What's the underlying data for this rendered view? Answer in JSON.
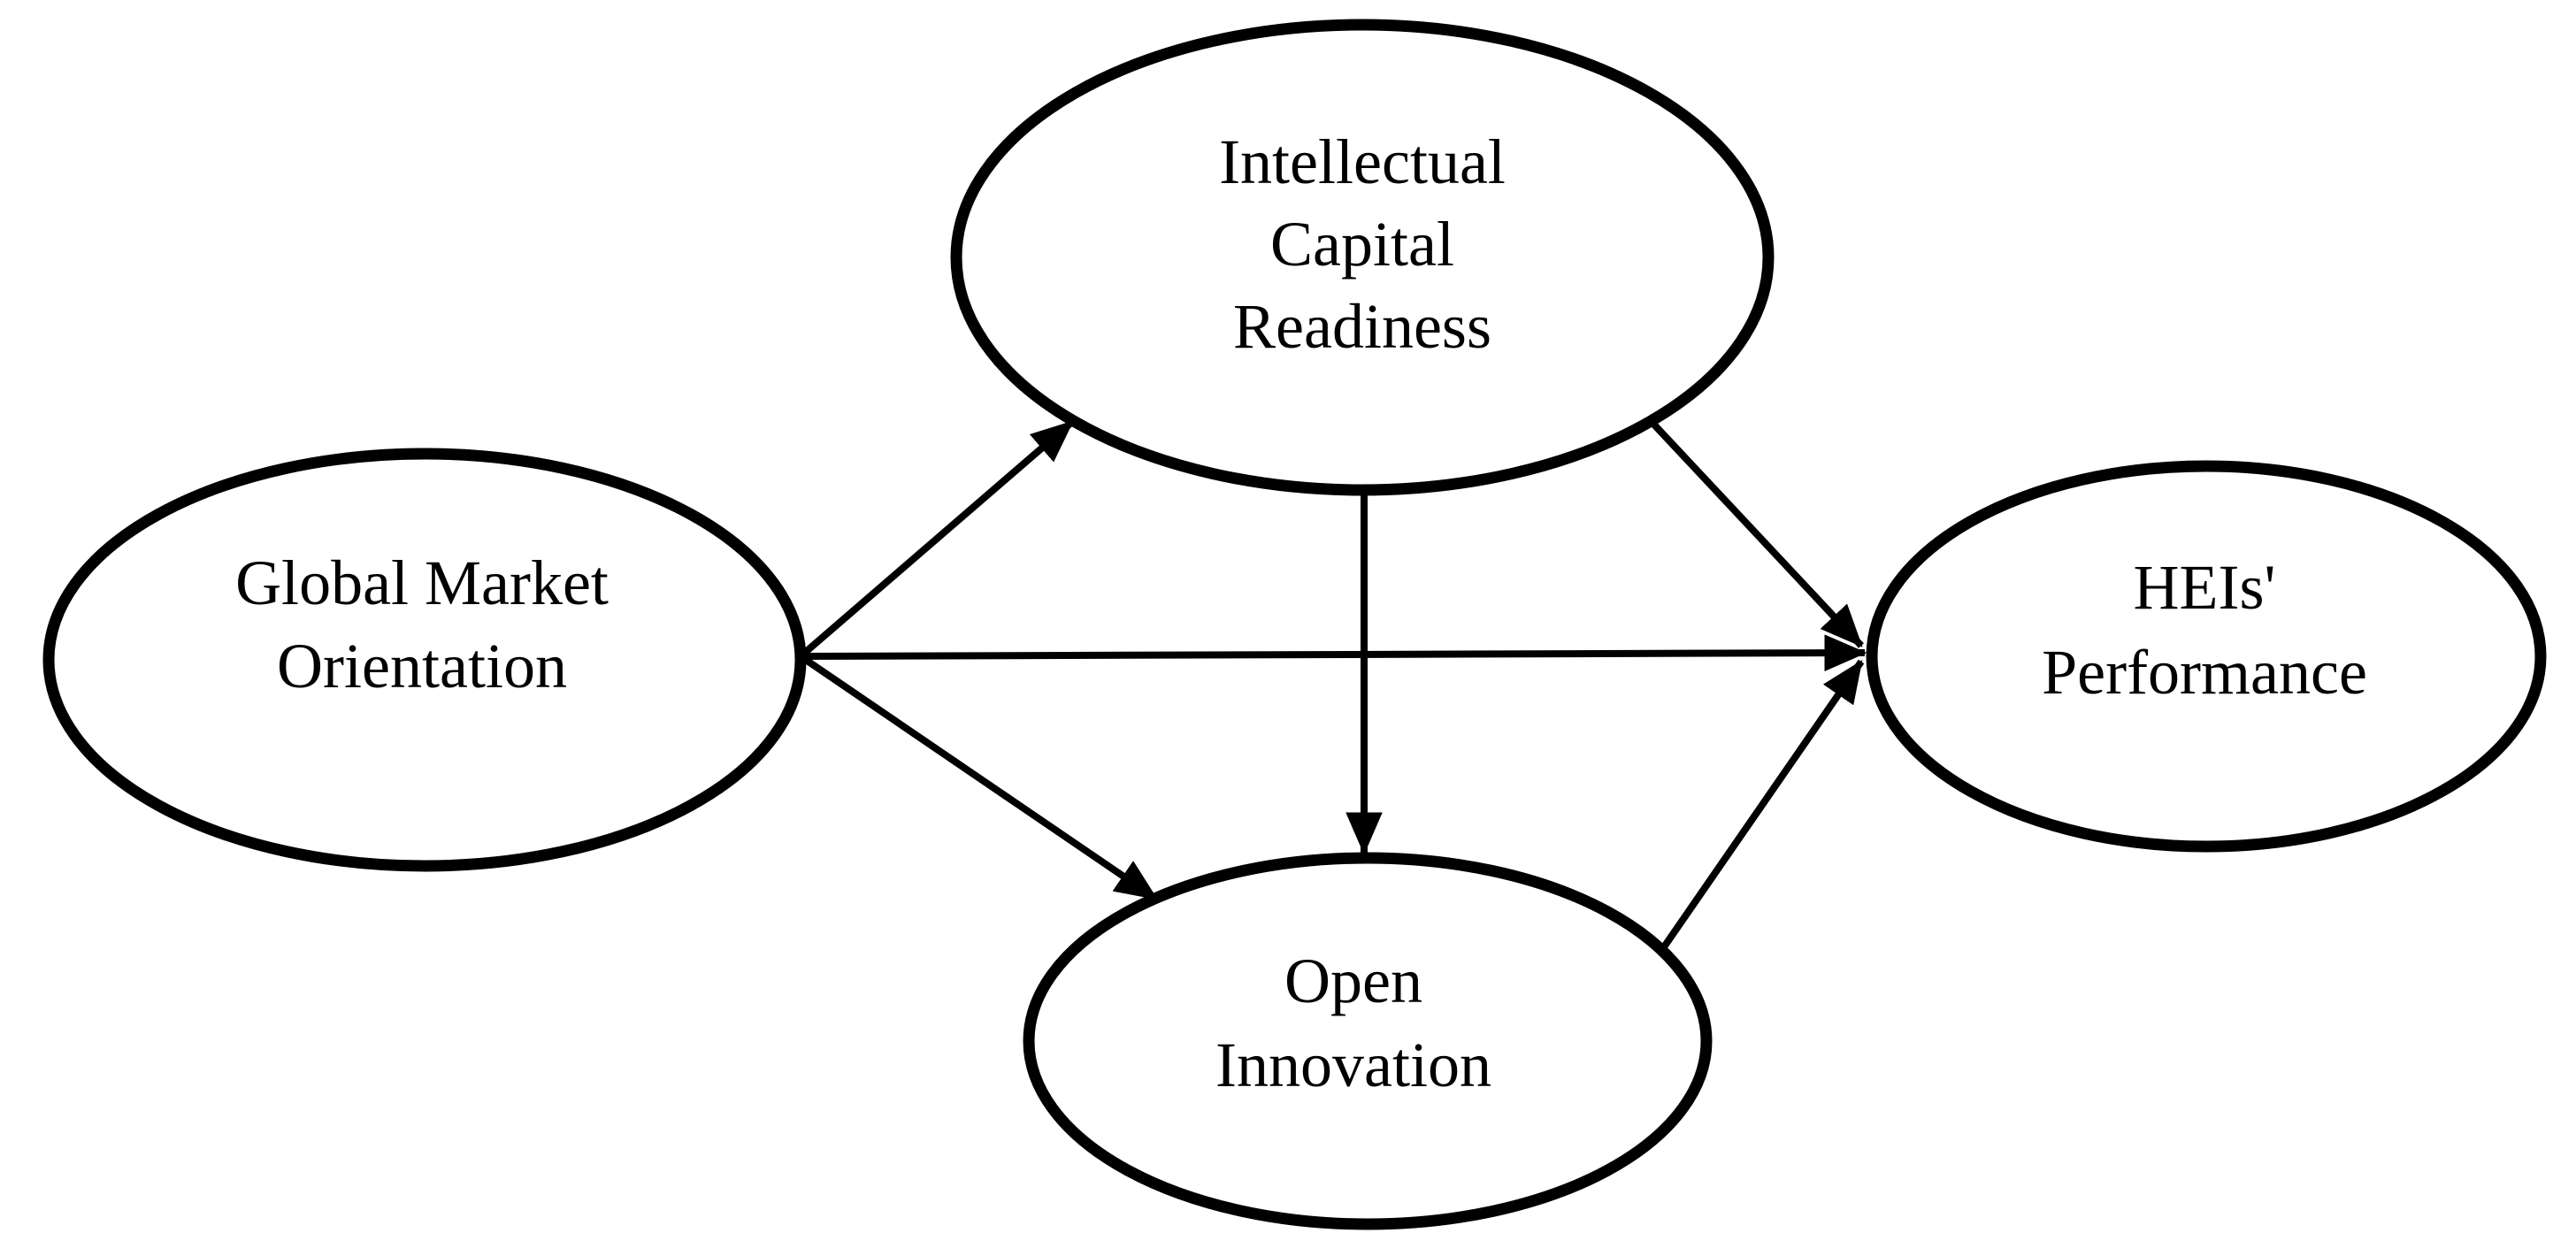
{
  "figure": {
    "background_color": "#ffffff",
    "line_color": "#000000",
    "nodes": {
      "icr": {
        "label": "Intellectual Capital Readiness",
        "lines": [
          "Intellectual",
          "Capital",
          "Readiness"
        ]
      },
      "gmo": {
        "label": "Global Market Orientation",
        "lines": [
          "Global Market",
          "Orientation"
        ]
      },
      "hei": {
        "label": "HEIs' Performance",
        "lines": [
          "HEIs'",
          "Performance"
        ]
      },
      "oi": {
        "label": "Open Innovation",
        "lines": [
          "Open",
          "Innovation"
        ]
      }
    },
    "edges": [
      {
        "from": "Global Market Orientation",
        "to": "Intellectual Capital Readiness",
        "arrow": "end"
      },
      {
        "from": "Global Market Orientation",
        "to": "HEIs' Performance",
        "arrow": "end"
      },
      {
        "from": "Global Market Orientation",
        "to": "Open Innovation",
        "arrow": "end"
      },
      {
        "from": "Intellectual Capital Readiness",
        "to": "Open Innovation",
        "arrow": "end"
      },
      {
        "from": "Intellectual Capital Readiness",
        "to": "HEIs' Performance",
        "arrow": "end"
      },
      {
        "from": "Open Innovation",
        "to": "HEIs' Performance",
        "arrow": "end"
      }
    ]
  }
}
